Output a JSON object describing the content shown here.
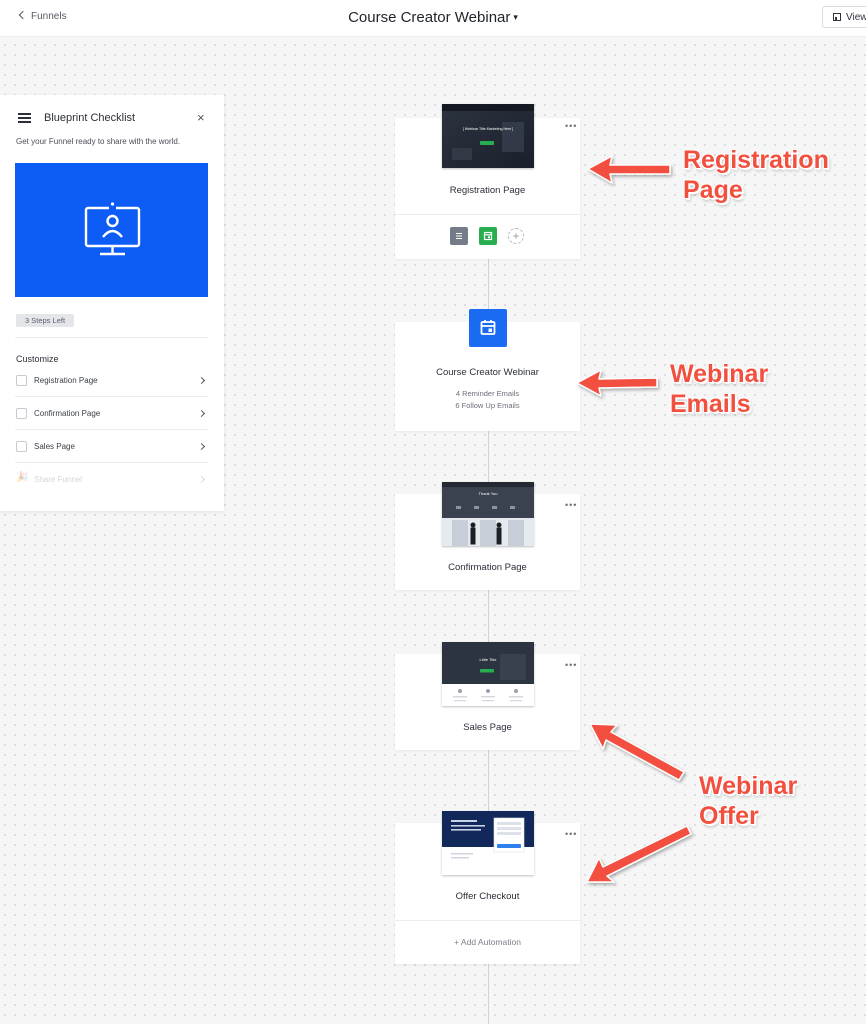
{
  "topbar": {
    "back_label": "Funnels",
    "title": "Course Creator Webinar",
    "caret": "▾",
    "view_label": "View"
  },
  "checklist": {
    "title": "Blueprint Checklist",
    "close": "×",
    "subtitle": "Get your Funnel ready to share with the world.",
    "steps_left": "3 Steps Left",
    "section": "Customize",
    "items": [
      {
        "label": "Registration Page"
      },
      {
        "label": "Confirmation Page"
      },
      {
        "label": "Sales Page"
      },
      {
        "label": "Share Funnel"
      }
    ]
  },
  "funnel": {
    "steps": [
      {
        "name": "Registration Page",
        "thumb_text": "[ Webinar Title Marketing Here ]"
      },
      {
        "name": "Course Creator Webinar",
        "line1": "4 Reminder Emails",
        "line2": "6 Follow Up Emails"
      },
      {
        "name": "Confirmation Page",
        "thumb_text": "Thank You"
      },
      {
        "name": "Sales Page",
        "thumb_text": "Little Title"
      },
      {
        "name": "Offer Checkout",
        "add_automation": "+  Add Automation"
      }
    ],
    "more": "•••",
    "plus": "+"
  },
  "annotations": {
    "registration": [
      "Registration",
      "Page"
    ],
    "emails": [
      "Webinar",
      "Emails"
    ],
    "offer": [
      "Webinar",
      "Offer"
    ]
  },
  "colors": {
    "accent_blue": "#0d5cf5",
    "annotation_red": "#f2503f",
    "green": "#27ae4f"
  }
}
